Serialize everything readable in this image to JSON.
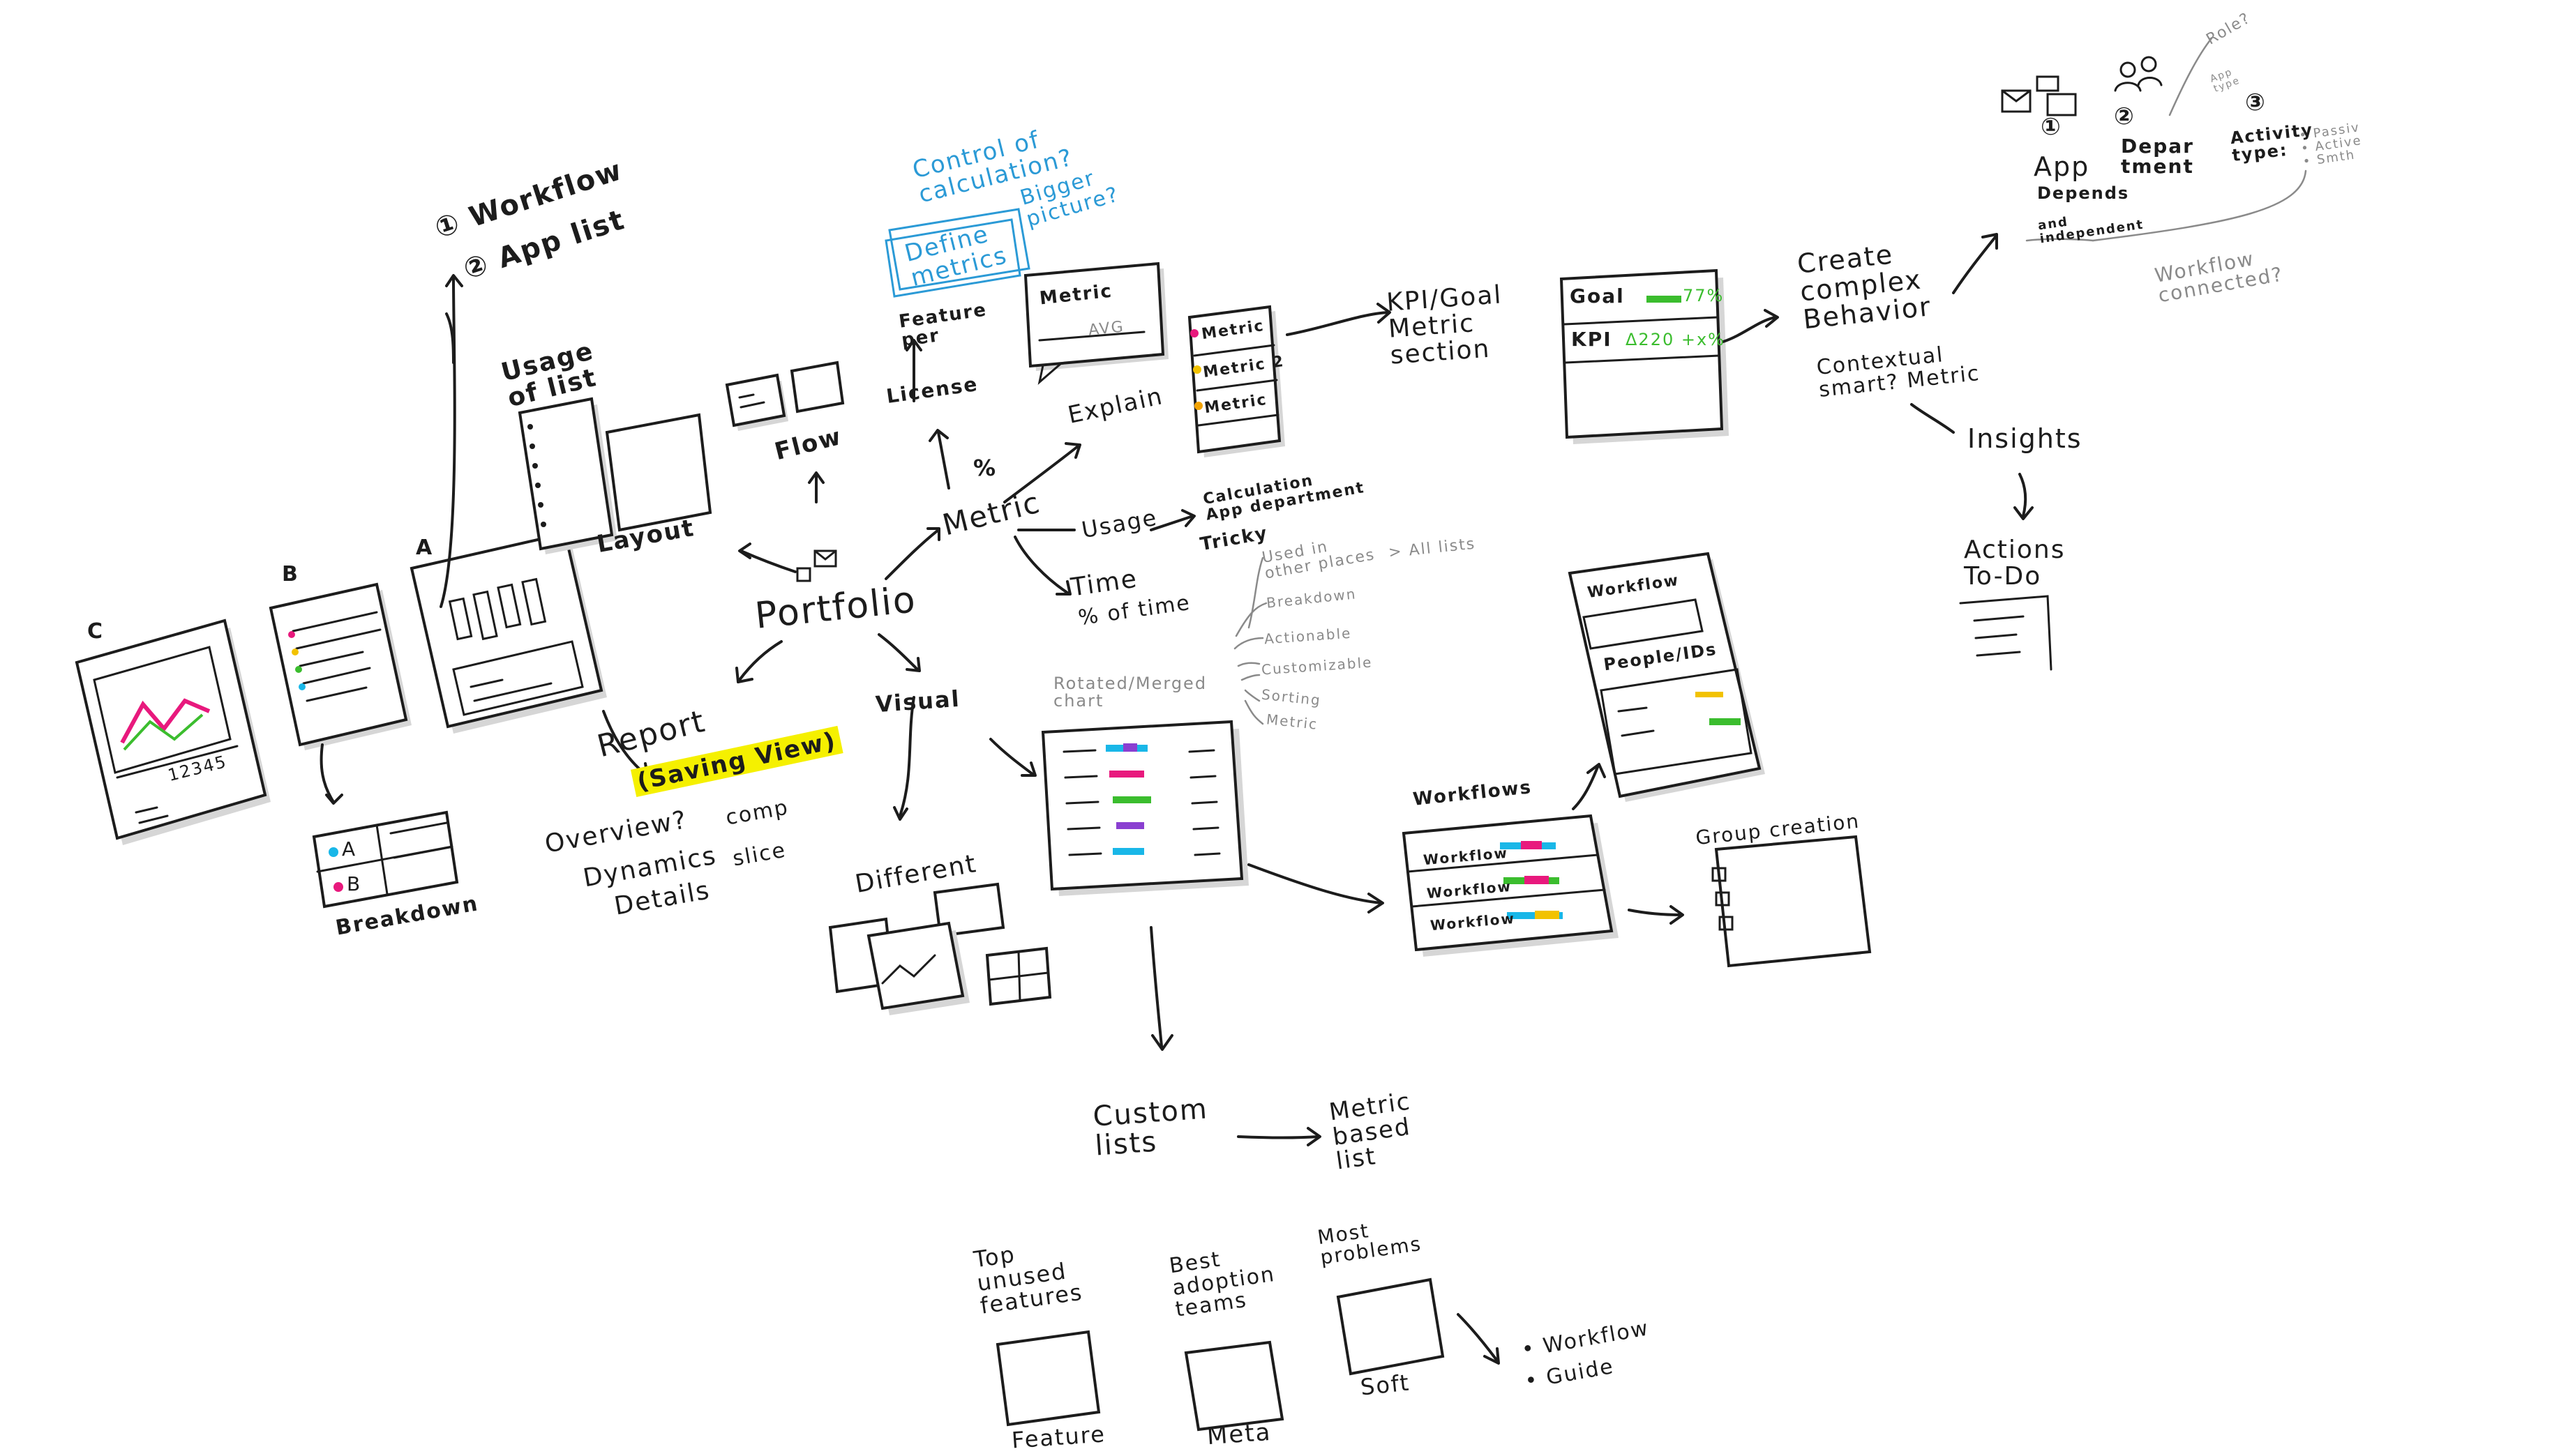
{
  "labels": {
    "workflow_1": "① Workflow",
    "app_list_2": "② App list",
    "usage_of_list": "Usage\nof list",
    "layout": "Layout",
    "flow": "Flow",
    "portfolio": "Portfolio",
    "report": "Report",
    "saving_view": "(Saving View)",
    "overview": "Overview?",
    "dynamics": "Dynamics",
    "details": "Details",
    "comp": "comp",
    "slice": "slice",
    "breakdown": "Breakdown",
    "marker_a": "A",
    "marker_b": "B",
    "marker_c": "C",
    "numbers": "12345",
    "legend_a": "A",
    "legend_b": "B",
    "control_of_calculation": "Control of\ncalculation?",
    "define_metrics": "Define\nmetrics",
    "bigger_picture": "Bigger\npicture?",
    "feature_per_license": "Feature\nper",
    "license": "License",
    "metric_card": "Metric",
    "avg": "AVG",
    "pct": "%",
    "metric": "Metric",
    "explain": "Explain",
    "metric_1": "Metric",
    "metric_2": "Metric 2",
    "metric_3": "Metric",
    "kpi_goal_section": "KPI/Goal\nMetric\nsection",
    "goal": "Goal",
    "goal_value": "77%",
    "kpi": "KPI",
    "kpi_value": "Δ220 +x%",
    "create_complex_behavior": "Create\ncomplex\nBehavior",
    "contextual_smart_metric": "Contextual\nsmart? Metric",
    "insights": "Insights",
    "actions_todo": "Actions\nTo-Do",
    "usage": "Usage",
    "calculation_app_department": "Calculation\nApp department",
    "time": "Time",
    "pct_of_time": "% of time",
    "tricky": "Tricky",
    "used_in_other_places": "Used in\nother places",
    "all_lists": "> All lists",
    "breakdown_small": "Breakdown",
    "actionable": "Actionable",
    "customizable": "Customizable",
    "sorting": "Sorting",
    "metric_small": "Metric",
    "rotated_merged_chart": "Rotated/Merged\nchart",
    "visual": "Visual",
    "different": "Different",
    "workflows": "Workflows",
    "workflow_row": "Workflow",
    "workflow_panel": "Workflow",
    "people_ids": "People/IDs",
    "group_creation": "Group creation",
    "custom_lists": "Custom\nlists",
    "metric_based_list": "Metric\nbased\nlist",
    "top_unused_features": "Top\nunused\nfeatures",
    "best_adoption_teams": "Best\nadoption\nteams",
    "most_problems": "Most\nproblems",
    "feature": "Feature",
    "meta": "Meta",
    "soft": "Soft",
    "bullet_workflow": "• Workflow",
    "bullet_guide": "• Guide",
    "app": "App",
    "depends": "Depends",
    "and_independent": "and\nindependent",
    "department": "Depar\ntment",
    "activity_type": "Activity\ntype:",
    "activity_options": "• Passiv\n• Active\n• Smth",
    "role": "Role?",
    "app_type": "App\ntype",
    "workflow_connected": "Workflow\nconnected?",
    "num_1": "①",
    "num_2": "②",
    "num_3": "③"
  },
  "colors": {
    "ink": "#1c1c1c",
    "highlight": "#f5f000",
    "blue_note": "#2b9ad6",
    "green_value": "#3bbd2e",
    "pink": "#e8197d",
    "cyan": "#19b7e8",
    "yellow": "#f2c200",
    "purple": "#8a3fd1"
  }
}
